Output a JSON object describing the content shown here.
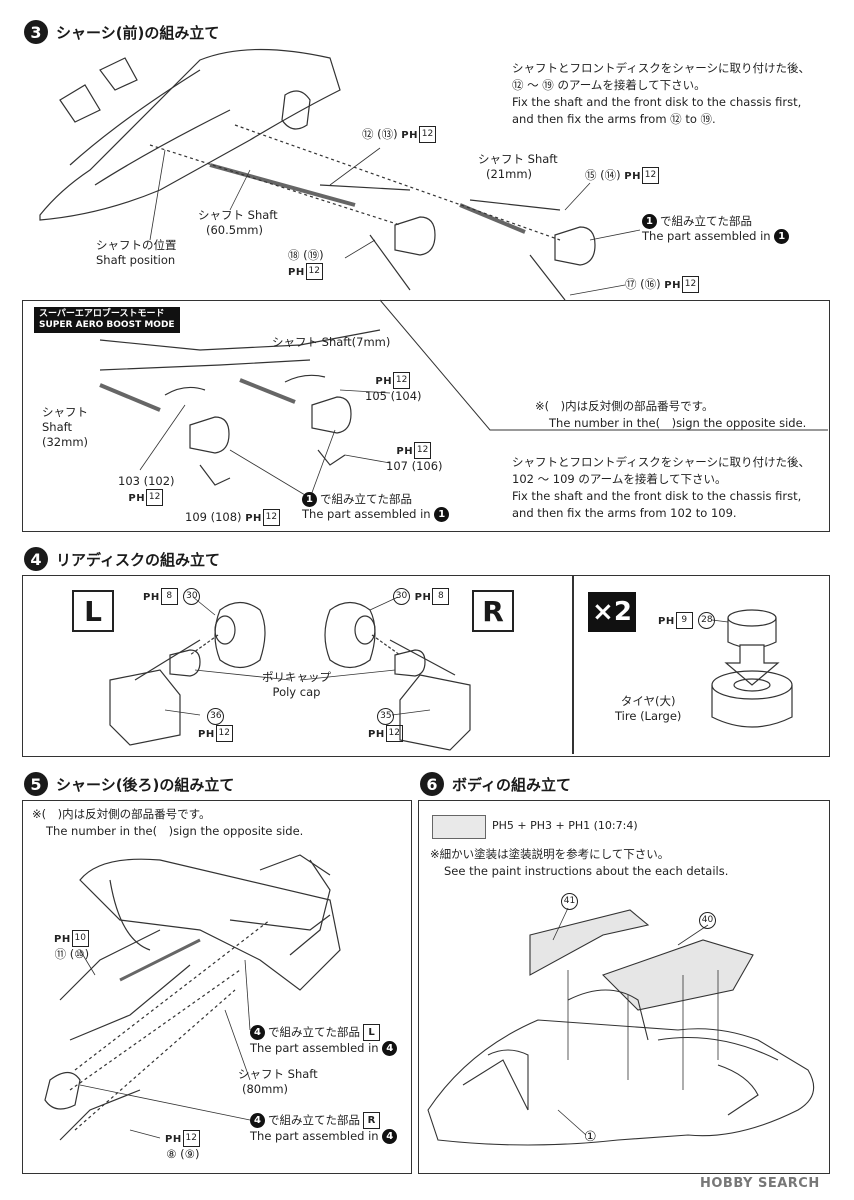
{
  "step3": {
    "number": "3",
    "title": "シャーシ(前)の組み立て",
    "note_jp_1": "シャフトとフロントディスクをシャーシに取り付けた後、",
    "note_jp_2": "⑫ ～ ⑲ のアームを接着して下さい。",
    "note_en_1": "Fix the shaft and the front disk to the chassis first,",
    "note_en_2": "and then fix the arms from ⑫ to ⑲.",
    "label_12_13": "⑫ (⑬)",
    "label_15_14": "⑮ (⑭)",
    "label_18_19": "⑱ (⑲)",
    "label_17_16": "⑰ (⑯)",
    "shaft_21_a": "シャフト Shaft",
    "shaft_21_b": "(21mm)",
    "shaft_60_a": "シャフト Shaft",
    "shaft_60_b": "(60.5mm)",
    "shaft_pos_a": "シャフトの位置",
    "shaft_pos_b": "Shaft position",
    "assembled_jp": "で組み立てた部品",
    "assembled_en": "The part assembled in",
    "ref_num": "1",
    "ph": "PH",
    "ph12": "12",
    "mode_jp": "スーパーエアロブーストモード",
    "mode_en": "SUPER AERO BOOST MODE",
    "shaft_7": "シャフト Shaft(7mm)",
    "shaft_32_a": "シャフト",
    "shaft_32_b": "Shaft",
    "shaft_32_c": "(32mm)",
    "label_105_104": "105 (104)",
    "label_107_106": "107 (106)",
    "label_103_102": "103 (102)",
    "label_109_108": "109 (108)",
    "opp_jp": "※(　)内は反対側の部品番号です。",
    "opp_en": "The number in the(　)sign the opposite side.",
    "note2_jp_2": "102 ～ 109 のアームを接着して下さい。",
    "note2_en_2": "and then fix the arms from 102 to 109."
  },
  "step4": {
    "number": "4",
    "title": "リアディスクの組み立て",
    "left": "L",
    "right": "R",
    "times": "×2",
    "ph8": "8",
    "ph9": "9",
    "part30": "30",
    "part28": "28",
    "part36": "36",
    "part35": "35",
    "polycap_jp": "ポリキャップ",
    "polycap_en": "Poly cap",
    "tire_jp": "タイヤ(大)",
    "tire_en": "Tire (Large)"
  },
  "step5": {
    "number": "5",
    "title": "シャーシ(後ろ)の組み立て",
    "opp_jp": "※(　)内は反対側の部品番号です。",
    "opp_en": "The number in the(　)sign the opposite side.",
    "ph10": "10",
    "label_11_10": "⑪ (⑩)",
    "label_8_9": "⑧ (⑨)",
    "shaft80_a": "シャフト Shaft",
    "shaft80_b": "(80mm)",
    "ref4": "4",
    "L": "L",
    "R": "R"
  },
  "step6": {
    "number": "6",
    "title": "ボディの組み立て",
    "paint_mix": "PH5 + PH3 + PH1 (10:7:4)",
    "paint_jp": "※細かい塗装は塗装説明を参考にして下さい。",
    "paint_en": "See the paint instructions about the each details.",
    "part41": "41",
    "part40": "40",
    "part1": "①"
  },
  "watermark": "HOBBY SEARCH"
}
